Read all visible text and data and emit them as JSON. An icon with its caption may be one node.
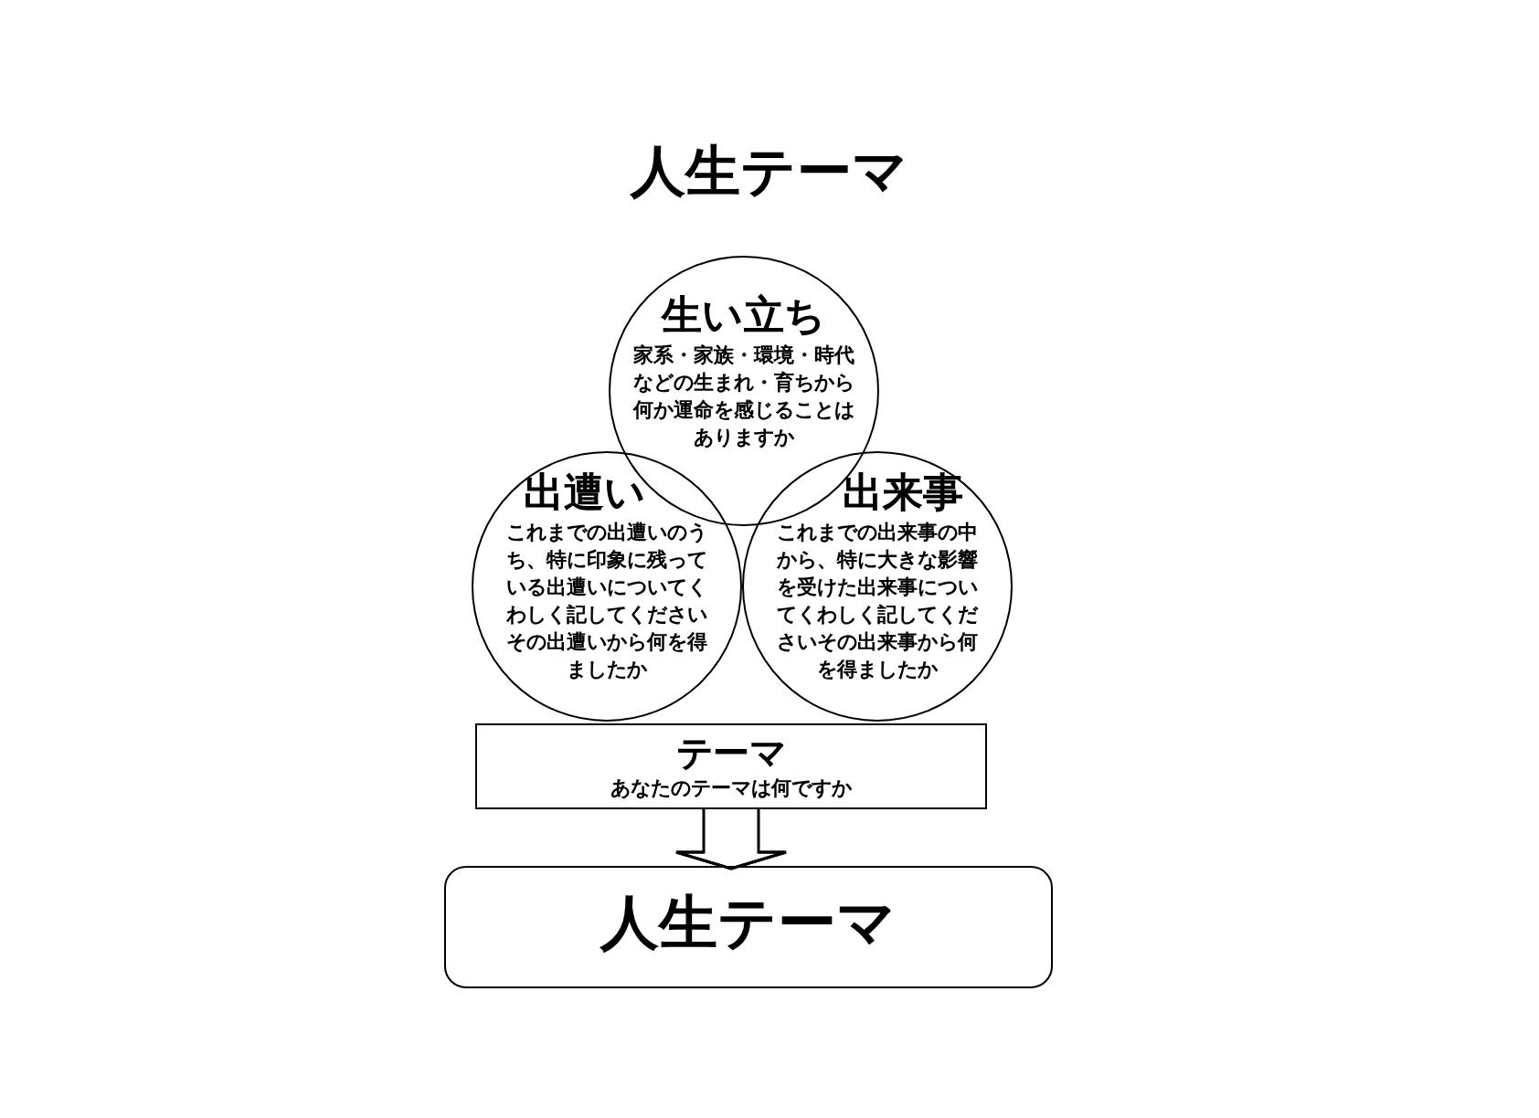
{
  "diagram": {
    "title": "人生テーマ",
    "nodes": [
      {
        "text": [
          "生い立ち",
          "家系・家族・環境・時代などの生まれ・育ちから何か運命を感じることはありますか"
        ]
      },
      {
        "text": [
          "出遭い",
          "これまでの出遭いのうち、特に印象に残っている出遭いについてくわしく記してくださいその出遭いから何を得ましたか"
        ]
      },
      {
        "text": [
          "出来事",
          "これまでの出来事の中から、特に大きな影響を受けた出来事についてくわしく記してくださいその出来事から何を得ましたか"
        ]
      },
      {
        "text": [
          "テーマ",
          "あなたのテーマは何ですか"
        ]
      },
      {
        "text": [
          "人生テーマ"
        ]
      }
    ],
    "edges": [
      {
        "from": 3,
        "to": 4,
        "arrow": "to"
      }
    ]
  }
}
